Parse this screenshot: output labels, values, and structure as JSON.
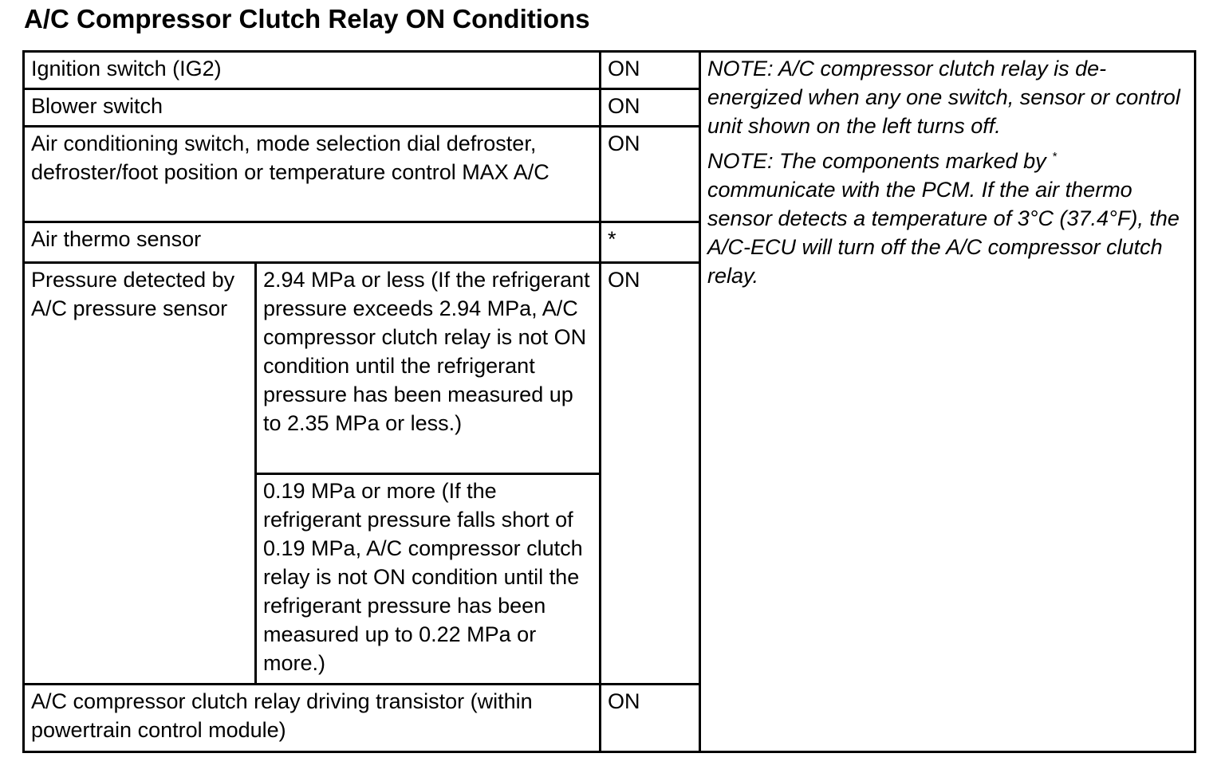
{
  "title": "A/C Compressor Clutch Relay ON Conditions",
  "rows": {
    "ignition": {
      "label": "Ignition switch (IG2)",
      "status": "ON"
    },
    "blower": {
      "label": "Blower switch",
      "status": "ON"
    },
    "ac_switch": {
      "label": "Air conditioning switch, mode selection dial defroster, defroster/foot position or temperature control MAX A/C",
      "status": "ON"
    },
    "thermo": {
      "label": "Air thermo sensor",
      "status": "*"
    },
    "pressure": {
      "label": "Pressure detected by A/C pressure sensor",
      "high": "2.94 MPa or less (If the refrigerant pressure exceeds 2.94 MPa, A/C compressor clutch relay is not ON condition until the refrigerant pressure has been measured up to 2.35 MPa or less.)",
      "low": "0.19 MPa or more (If the refrigerant pressure falls short of 0.19 MPa, A/C compressor clutch relay is not ON condition until the refrigerant pressure has been measured up to 0.22 MPa or more.)",
      "status": "ON"
    },
    "transistor": {
      "label": "A/C compressor clutch relay driving transistor (within powertrain control module)",
      "status": "ON"
    }
  },
  "notes": {
    "note1": "NOTE: A/C compressor clutch relay is de-energized when any one switch, sensor or control unit shown on the left turns off.",
    "note2_start": "NOTE:  The components marked by ",
    "note2_mark": "*",
    "note2_end": " communicate with the PCM. If the air thermo sensor detects a temperature of 3°C (37.4°F), the A/C-ECU will turn off the A/C compressor clutch relay."
  }
}
